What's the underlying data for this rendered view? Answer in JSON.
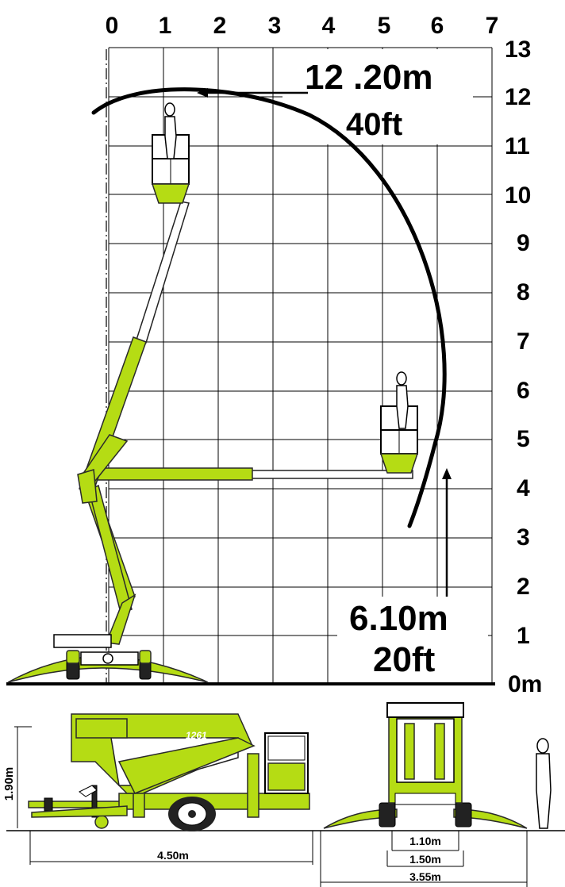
{
  "x_axis": {
    "ticks": [
      "0",
      "1",
      "2",
      "3",
      "4",
      "5",
      "6",
      "7"
    ]
  },
  "y_axis": {
    "ticks": [
      "0m",
      "1",
      "2",
      "3",
      "4",
      "5",
      "6",
      "7",
      "8",
      "9",
      "10",
      "11",
      "12",
      "13"
    ]
  },
  "max_height": {
    "metric": "12 .20m",
    "imperial": "40ft"
  },
  "max_outreach": {
    "metric": "6.10m",
    "imperial": "20ft"
  },
  "dimensions": {
    "stowed_height": "1.90m",
    "length": "4.50m",
    "track_width": "1.10m",
    "width": "1.50m",
    "outrigger_span": "3.55m"
  },
  "machine": {
    "brand_decal": "1261"
  },
  "colors": {
    "machine": "#b5dc14",
    "ink": "#000000",
    "grid": "#000000"
  }
}
